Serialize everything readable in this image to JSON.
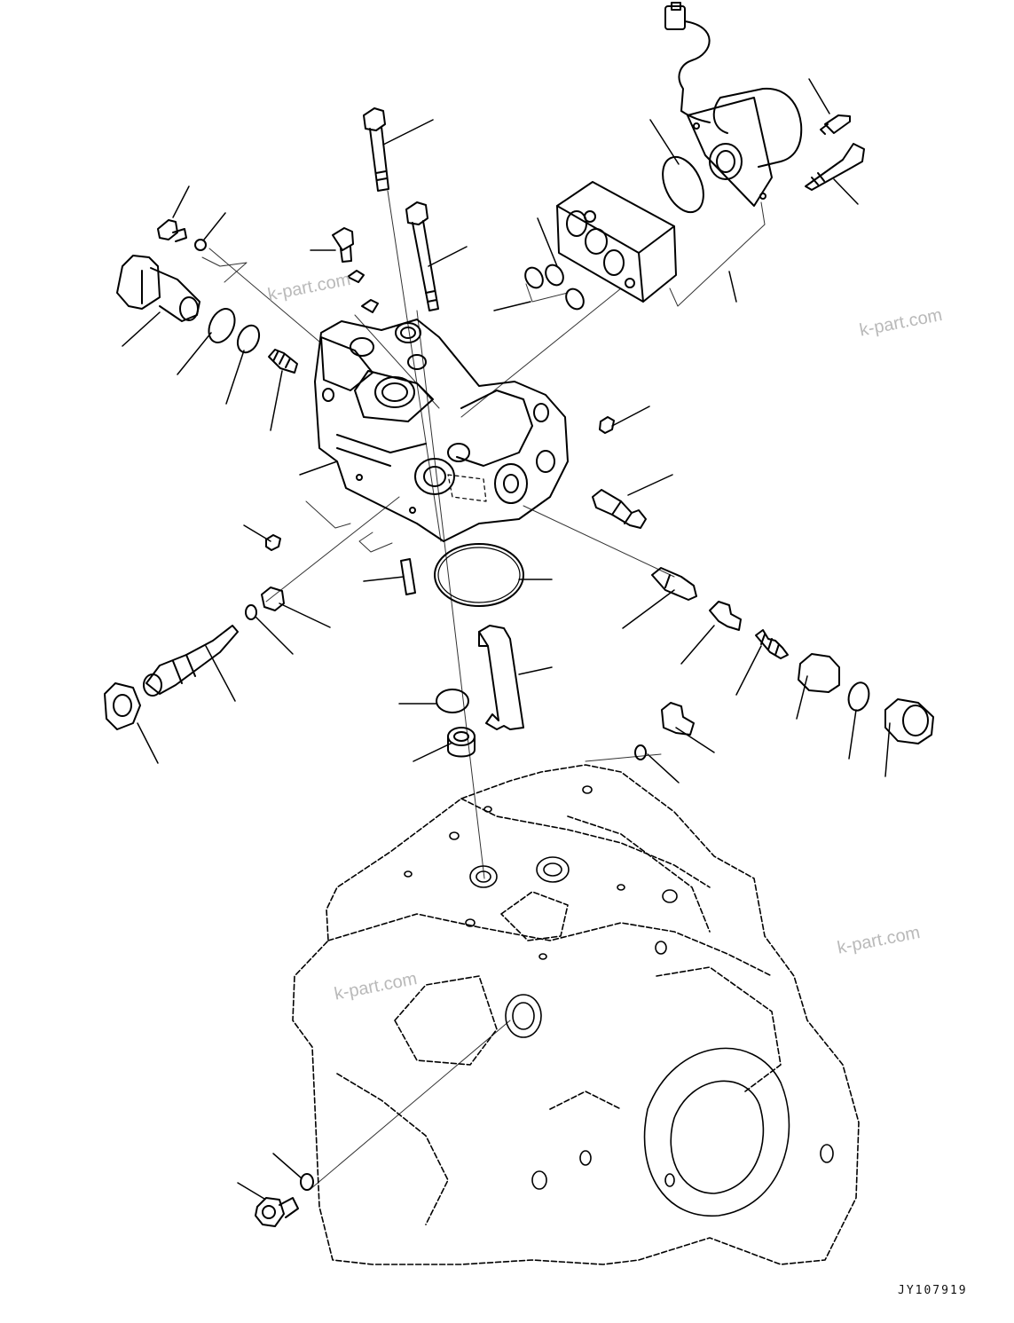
{
  "watermarks": [
    "k-part.com",
    "k-part.com",
    "k-part.com",
    "k-part.com"
  ],
  "drawing_id": "JY107919"
}
